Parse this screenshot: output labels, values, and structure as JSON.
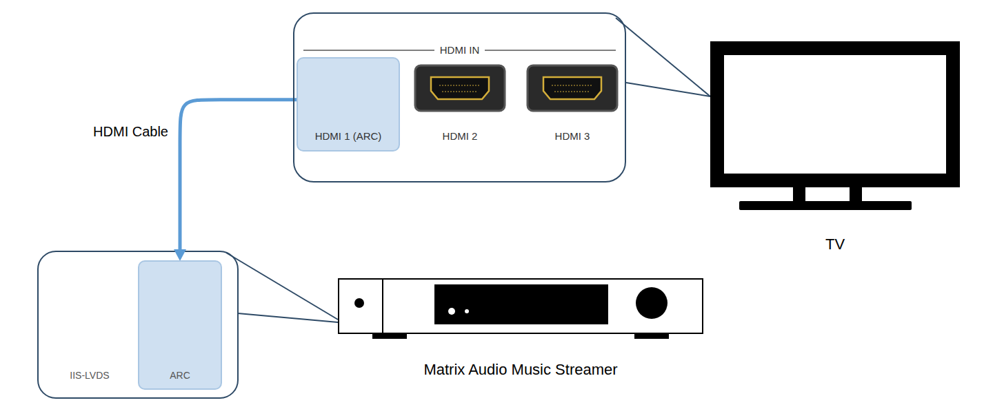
{
  "diagram": {
    "nodes": [
      {
        "text": [
          "HDMI IN"
        ]
      },
      {
        "text": [
          "HDMI 1 (ARC)"
        ],
        "in": 0
      },
      {
        "text": [
          "HDMI 2"
        ],
        "in": 0
      },
      {
        "text": [
          "HDMI 3"
        ],
        "in": 0
      },
      {
        "text": [
          "TV"
        ]
      },
      {
        "text": [
          "IIS-LVDS"
        ]
      },
      {
        "text": [
          "ARC"
        ]
      },
      {
        "text": [
          "Matrix Audio Music Streamer"
        ]
      }
    ],
    "edges": [
      {
        "from": 1,
        "to": 6,
        "label": "HDMI Cable",
        "arrow": "to"
      }
    ]
  }
}
